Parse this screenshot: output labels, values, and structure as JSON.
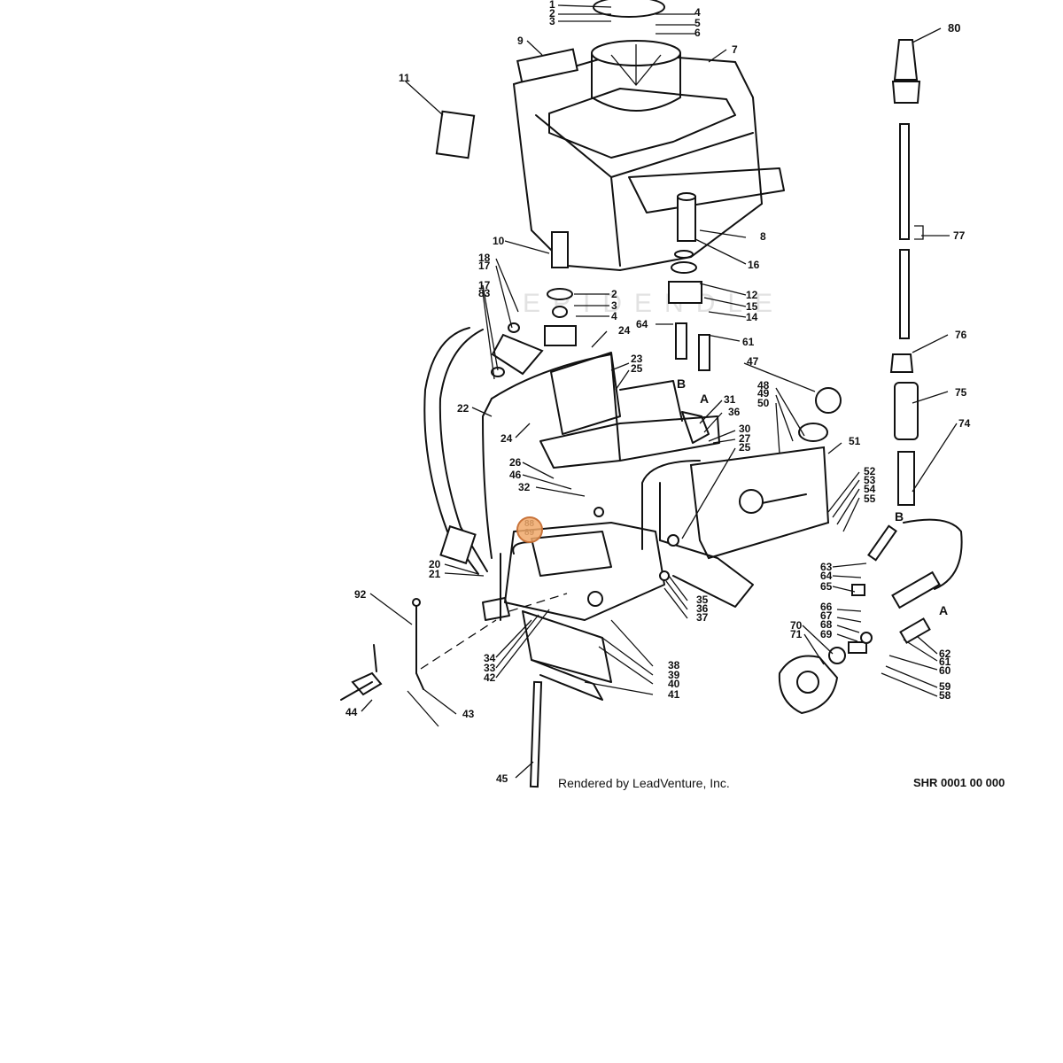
{
  "diagram": {
    "labels": [
      "1",
      "2",
      "3",
      "4",
      "5",
      "6",
      "7",
      "9",
      "11",
      "8",
      "10",
      "16",
      "18",
      "17",
      "2",
      "3",
      "4",
      "12",
      "15",
      "14",
      "17",
      "83",
      "24",
      "64",
      "61",
      "23",
      "25",
      "B",
      "A",
      "47",
      "22",
      "31",
      "36",
      "48",
      "49",
      "50",
      "24",
      "30",
      "27",
      "25",
      "51",
      "26",
      "46",
      "32",
      "52",
      "53",
      "54",
      "55",
      "88",
      "89",
      "80",
      "77",
      "76",
      "75",
      "74",
      "B",
      "63",
      "64",
      "65",
      "66",
      "67",
      "68",
      "69",
      "70",
      "71",
      "A",
      "62",
      "61",
      "60",
      "59",
      "58",
      "20",
      "21",
      "92",
      "35",
      "36",
      "37",
      "34",
      "33",
      "42",
      "38",
      "39",
      "40",
      "41",
      "44",
      "43",
      "45"
    ],
    "highlight_label": "88 89",
    "watermark": "EPIDENDLE",
    "credit": "Rendered by LeadVenture, Inc.",
    "drawing_code": "SHR 0001 00 000"
  }
}
